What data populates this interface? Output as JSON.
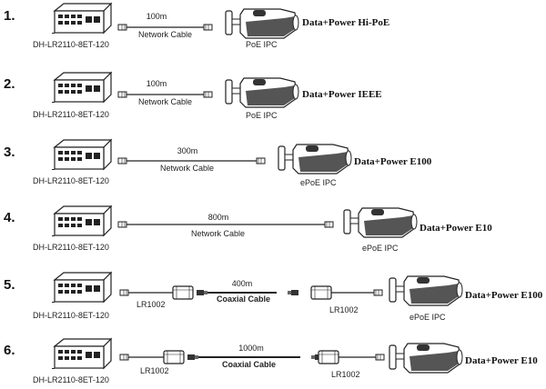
{
  "scenarios": [
    {
      "number": "1.",
      "switch": "DH-LR2110-8ET-120",
      "distance": "100m",
      "cable": "Network Cable",
      "camera": "PoE IPC",
      "mode": "Data+Power Hi-PoE"
    },
    {
      "number": "2.",
      "switch": "DH-LR2110-8ET-120",
      "distance": "100m",
      "cable": "Network Cable",
      "camera": "PoE IPC",
      "mode": "Data+Power IEEE"
    },
    {
      "number": "3.",
      "switch": "DH-LR2110-8ET-120",
      "distance": "300m",
      "cable": "Network Cable",
      "camera": "ePoE IPC",
      "mode": "Data+Power E100"
    },
    {
      "number": "4.",
      "switch": "DH-LR2110-8ET-120",
      "distance": "800m",
      "cable": "Network Cable",
      "camera": "ePoE IPC",
      "mode": "Data+Power E10"
    },
    {
      "number": "5.",
      "switch": "DH-LR2110-8ET-120",
      "distance": "400m",
      "cable": "Coaxial Cable",
      "extender_left": "LR1002",
      "extender_right": "LR1002",
      "camera": "ePoE IPC",
      "mode": "Data+Power E100"
    },
    {
      "number": "6.",
      "switch": "DH-LR2110-8ET-120",
      "distance": "1000m",
      "cable": "Coaxial Cable",
      "extender_left": "LR1002",
      "extender_right": "LR1002",
      "camera": "",
      "mode": "Data+Power E10"
    }
  ]
}
